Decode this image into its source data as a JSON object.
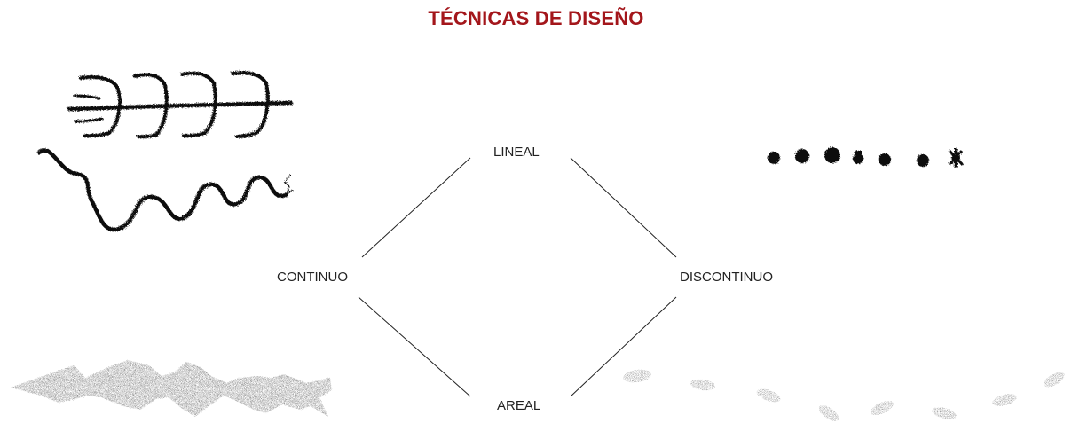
{
  "title": "TÉCNICAS DE DISEÑO",
  "nodes": {
    "top": "LINEAL",
    "left": "CONTINUO",
    "right": "DISCONTINUO",
    "bottom": "AREAL"
  },
  "colors": {
    "title": "#a3161b",
    "ink": "#111111",
    "lines": "#222222"
  },
  "illustrations": [
    "continuous-line-tracks-sketch",
    "discontinuous-dot-tracks-sketch",
    "continuous-areal-tracks-sketch",
    "discontinuous-areal-footprints-sketch"
  ]
}
